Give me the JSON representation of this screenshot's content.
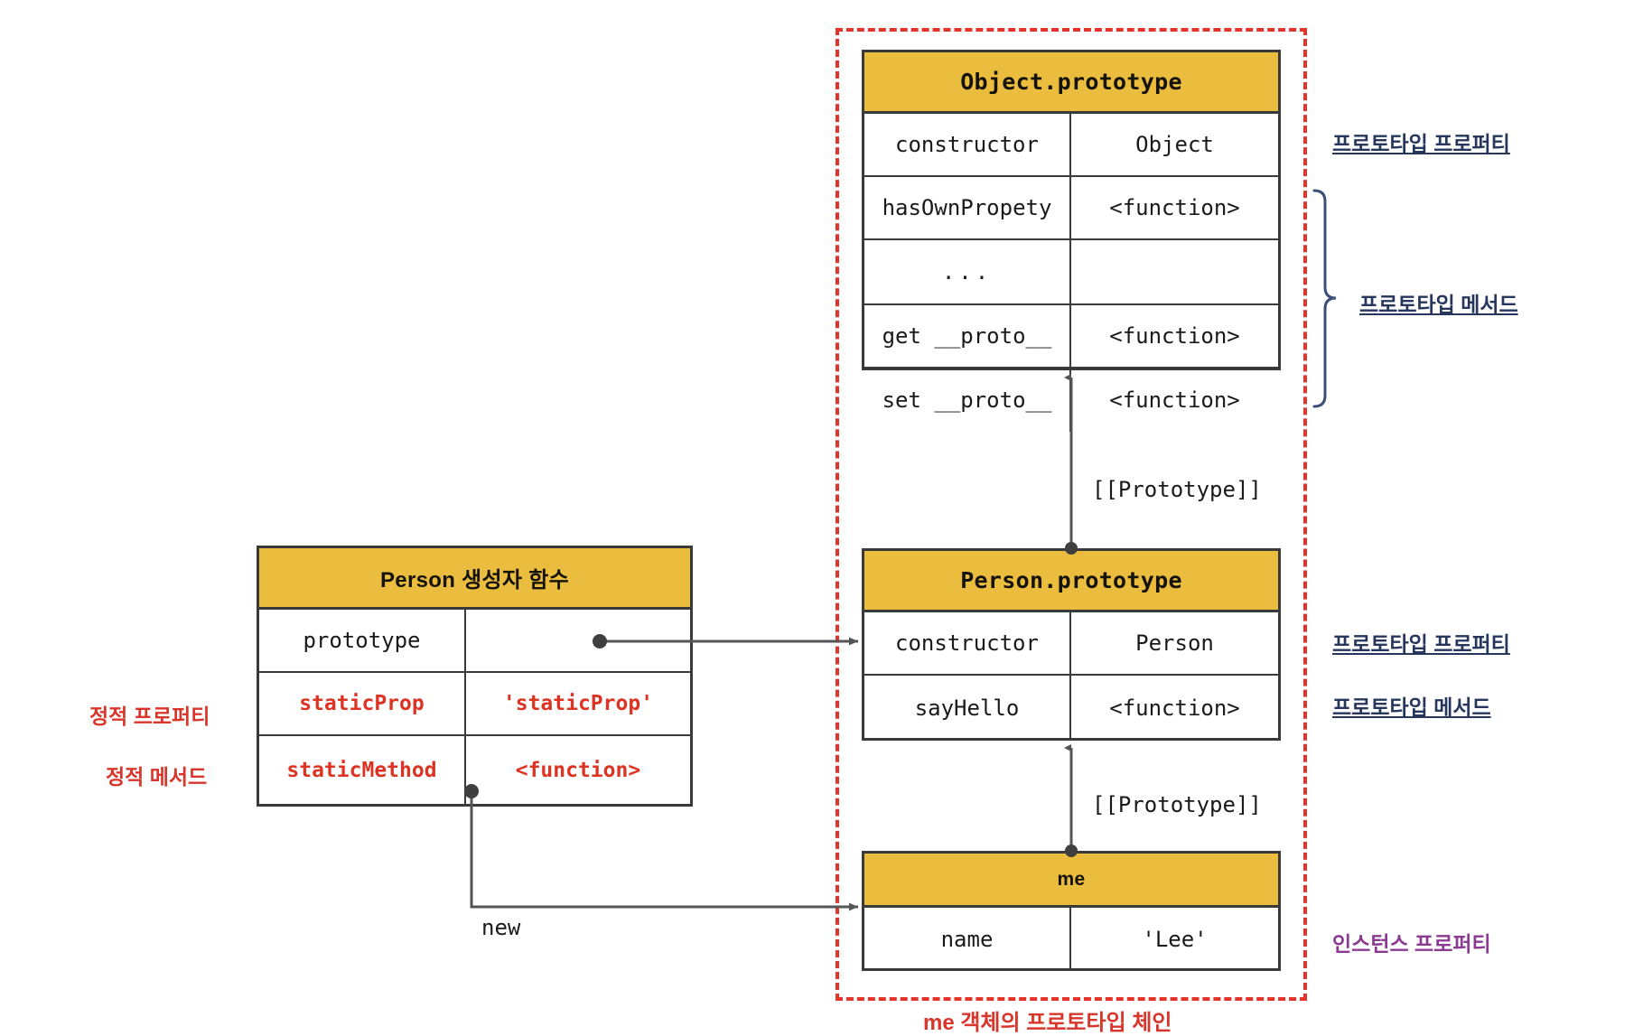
{
  "diagram": {
    "title": "JavaScript prototype chain diagram",
    "colors": {
      "header_yellow": "#ebbd3e",
      "box_border": "#3a3a3a",
      "chain_red": "#e63329",
      "label_navy": "#26365c",
      "label_red": "#d9362b",
      "label_purple": "#8a3a91",
      "static_red": "#dd3322"
    }
  },
  "boxes": {
    "object_prototype": {
      "header": "Object.prototype",
      "rows": [
        {
          "key": "constructor",
          "value": "Object"
        },
        {
          "key": "hasOwnPropety",
          "value": "<function>"
        },
        {
          "key": "...",
          "value": ""
        },
        {
          "key": "get __proto__",
          "value": "<function>"
        },
        {
          "key": "set __proto__",
          "value": "<function>"
        }
      ]
    },
    "person_constructor": {
      "header": "Person 생성자 함수",
      "rows": [
        {
          "key": "prototype",
          "value": "",
          "style": "plain"
        },
        {
          "key": "staticProp",
          "value": "'staticProp'",
          "style": "red"
        },
        {
          "key": "staticMethod",
          "value": "<function>",
          "style": "red"
        }
      ]
    },
    "person_prototype": {
      "header": "Person.prototype",
      "rows": [
        {
          "key": "constructor",
          "value": "Person"
        },
        {
          "key": "sayHello",
          "value": "<function>"
        }
      ]
    },
    "me_instance": {
      "header": "me",
      "rows": [
        {
          "key": "name",
          "value": "'Lee'"
        }
      ]
    }
  },
  "connectors": {
    "prototype_link": "",
    "new_link": "new",
    "proto_upper": "[[Prototype]]",
    "proto_lower": "[[Prototype]]"
  },
  "annotations": {
    "object_proto_property": "프로토타입 프로퍼티",
    "object_proto_methods": "프로토타입 메서드",
    "person_proto_property": "프로토타입 프로퍼티",
    "person_proto_method": "프로토타입 메서드",
    "instance_property": "인스턴스 프로퍼티",
    "static_property": "정적 프로퍼티",
    "static_method": "정적 메서드",
    "chain_caption": "me 객체의 프로토타입 체인"
  }
}
